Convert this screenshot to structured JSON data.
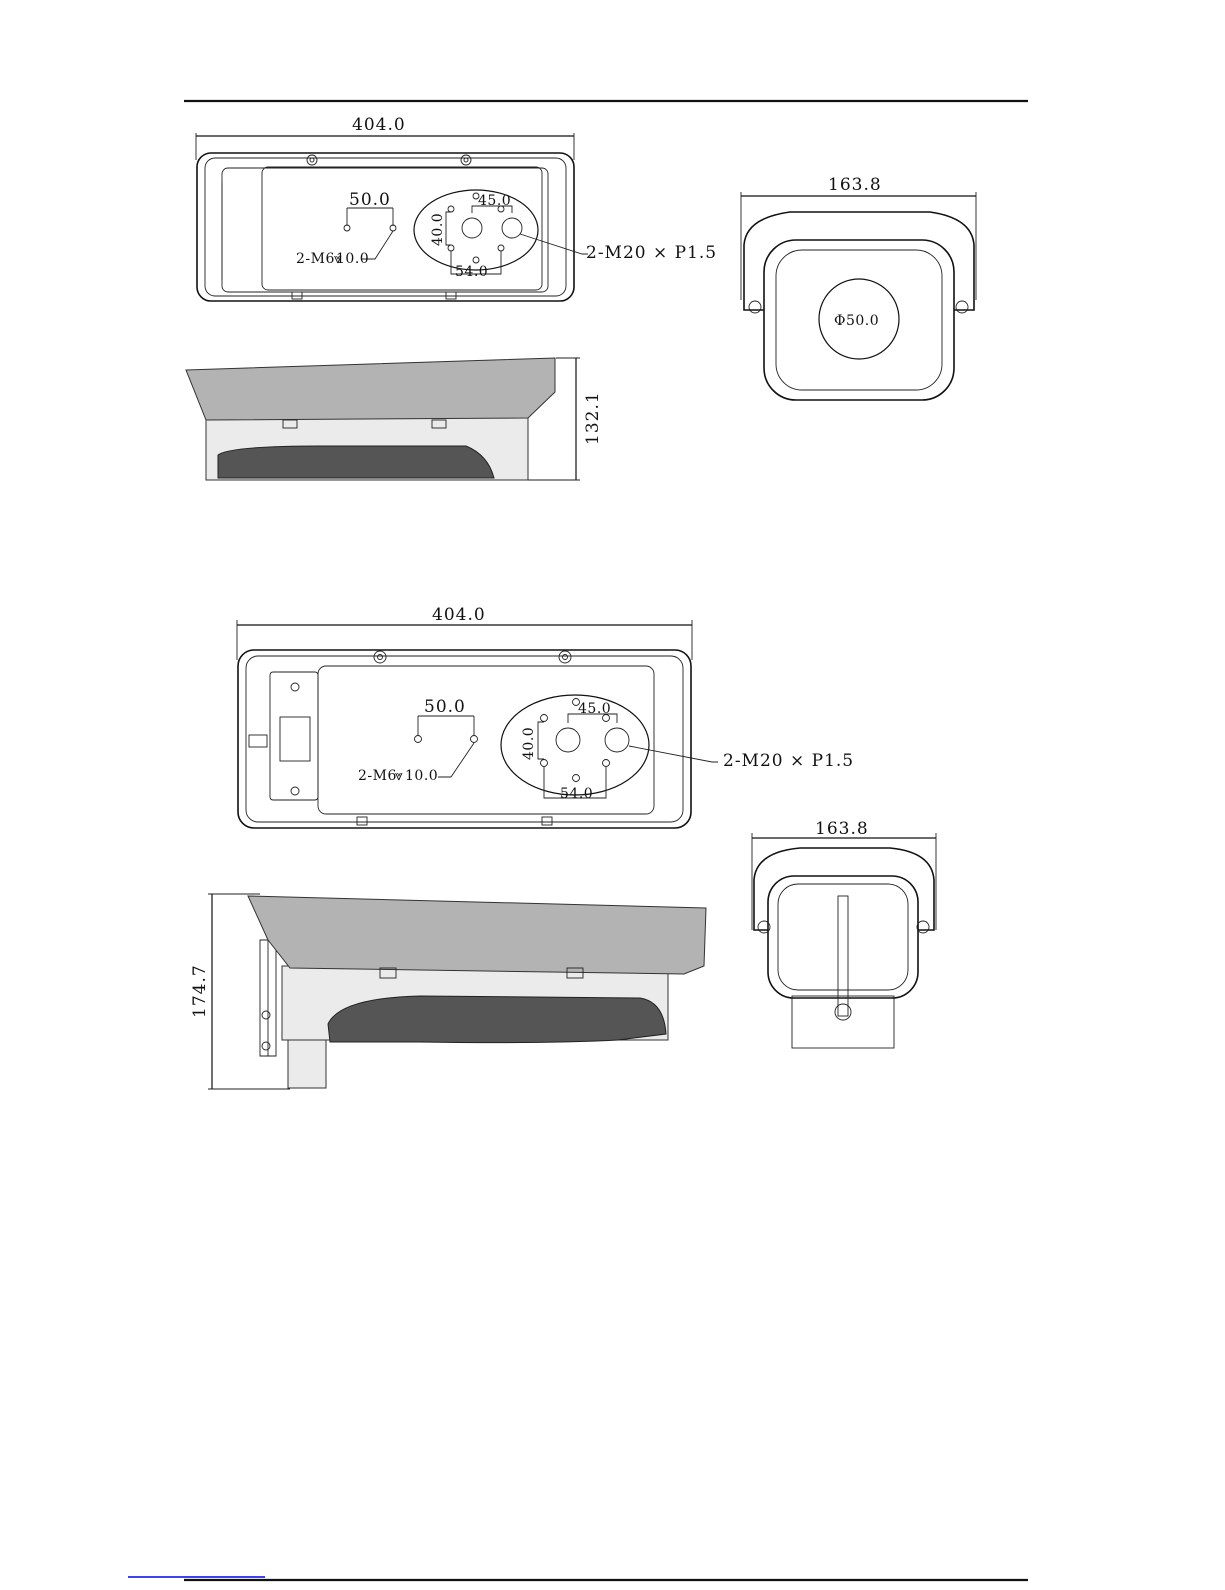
{
  "drawing_1": {
    "top_length": "404.0",
    "mount_spacing": "50.0",
    "mount_spec": "2-M6",
    "mount_depth": "10.0",
    "pattern_width": "45.0",
    "pattern_height": "40.0",
    "pattern_base": "54.0",
    "thread_spec": "2-M20 × P1.5",
    "front_width": "163.8",
    "lens_diameter": "Φ50.0",
    "side_height": "132.1"
  },
  "drawing_2": {
    "top_length": "404.0",
    "mount_spacing": "50.0",
    "mount_spec": "2-M6",
    "mount_depth": "10.0",
    "pattern_width": "45.0",
    "pattern_height": "40.0",
    "pattern_base": "54.0",
    "thread_spec": "2-M20 × P1.5",
    "front_width": "163.8",
    "side_height": "174.7"
  },
  "colors": {
    "sunshield": "#b3b3b3",
    "window": "#555555",
    "housing": "#ebebeb",
    "footer_rule": "#0000ee"
  }
}
